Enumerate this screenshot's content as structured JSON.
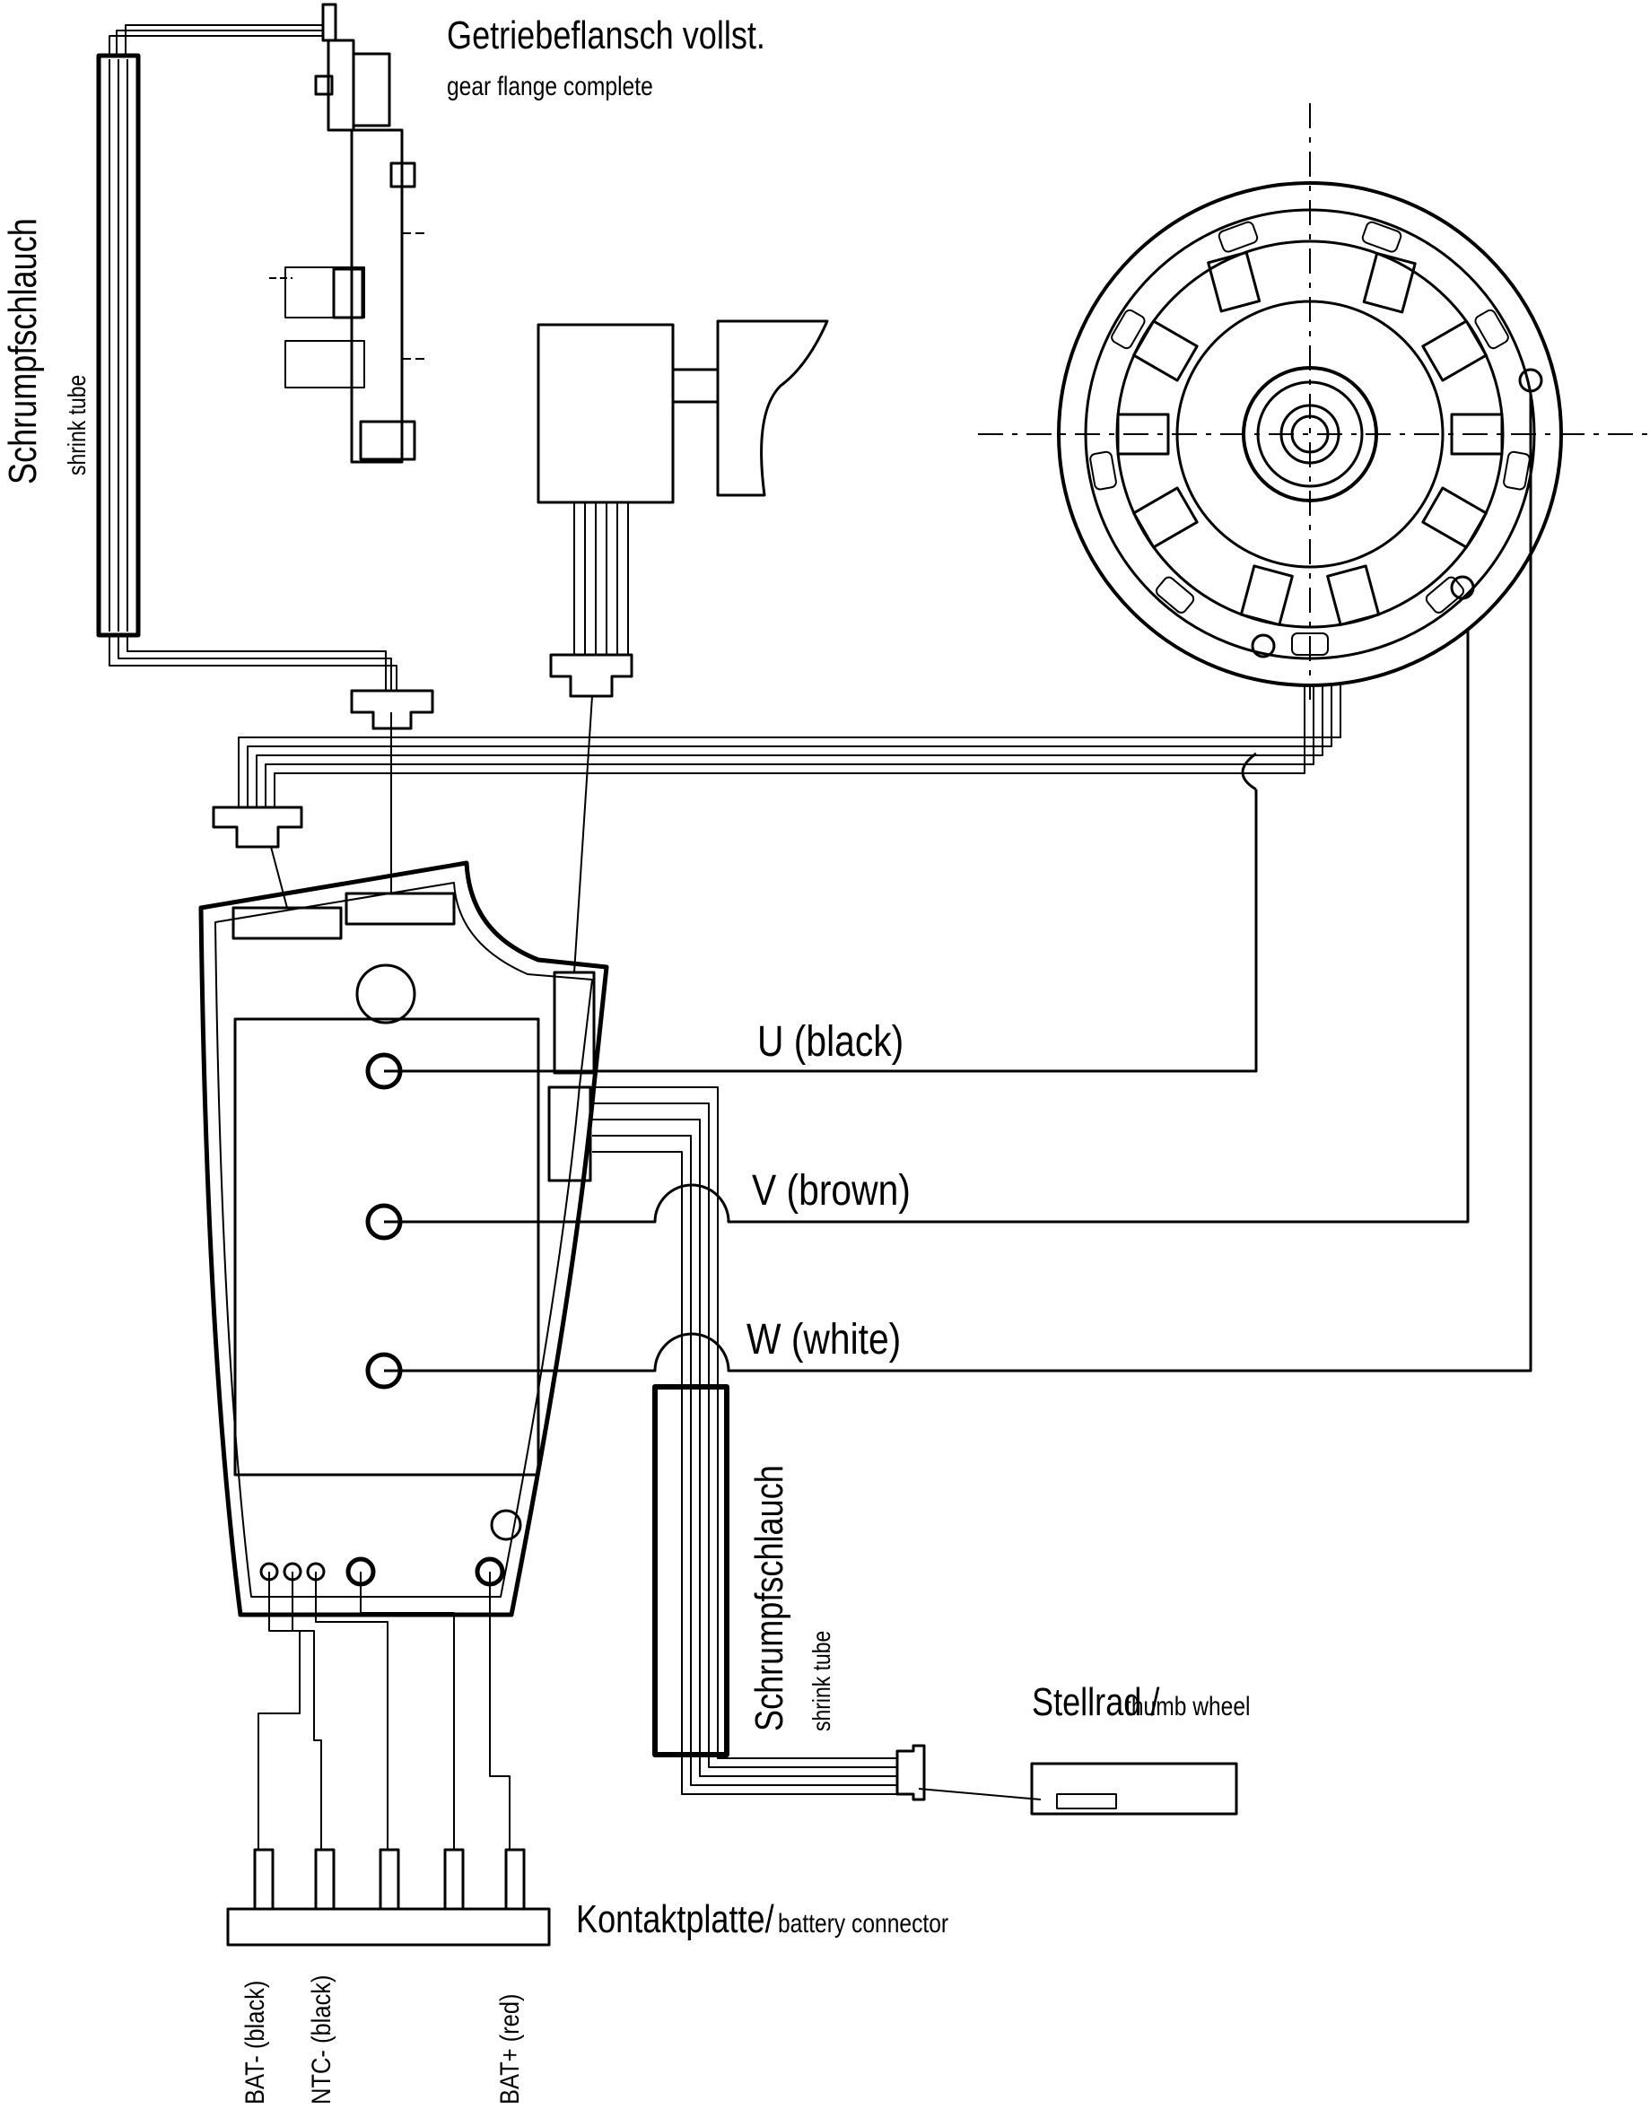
{
  "labels": {
    "gear_flange_de": "Getriebeflansch vollst.",
    "gear_flange_en": "gear flange complete",
    "shrink_tube_1_de": "Schrumpfschlauch",
    "shrink_tube_1_en": "shrink tube",
    "shrink_tube_2_de": "Schrumpfschlauch",
    "shrink_tube_2_en": "shrink tube",
    "phase_u": "U   (black)",
    "phase_v": "V   (brown)",
    "phase_w": "W  (white)",
    "thumb_wheel": "Stellrad / ",
    "thumb_wheel_en": "thumb wheel",
    "battery_connector_de": "Kontaktplatte/",
    "battery_connector_en": "battery connector",
    "pin_bat_minus": "BAT- (black)",
    "pin_ntc_minus": "NTC- (black)",
    "pin_bat_plus": "BAT+ (red)"
  }
}
